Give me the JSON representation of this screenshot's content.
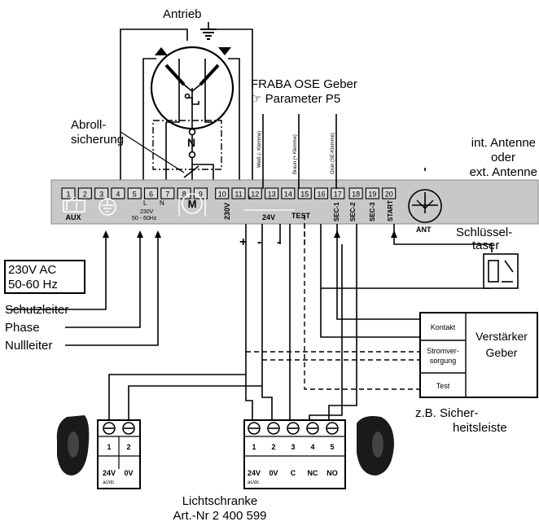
{
  "labels": {
    "antrieb": "Antrieb",
    "fraba_line1": "FRABA OSE Geber",
    "fraba_line2": "☞ Parameter P5",
    "abroll_line1": "Abroll-",
    "abroll_line2": "sicherung",
    "antenne_line1": "int. Antenne",
    "antenne_line2": "oder",
    "antenne_line3": "ext. Antenne",
    "schluessel_line1": "Schlüssel-",
    "schluessel_line2": "taser",
    "supply_line1": "230V AC",
    "supply_line2": "50-60 Hz",
    "schutzleiter": "Schutzleiter",
    "phase": "Phase",
    "nullleiter": "Nullleiter",
    "sicher_line1": "z.B. Sicher-",
    "sicher_line2": "heitsleiste",
    "licht_line1": "Lichtschranke",
    "licht_line2": "Art.-Nr 2 400 599",
    "motor_n": "N",
    "plus": "+",
    "minus1": "-",
    "minus2": "-"
  },
  "wire_labels": {
    "w11": "Weiß (- Klemme)",
    "w13": "Braun (+ Klemme)",
    "w15": "Grün (SE-Klemme)"
  },
  "terminal_strip": {
    "numbers": [
      "1",
      "2",
      "3",
      "4",
      "5",
      "6",
      "7",
      "8",
      "9",
      "10",
      "11",
      "12",
      "13",
      "14",
      "15",
      "16",
      "17",
      "18",
      "19",
      "20"
    ],
    "aux": "AUX",
    "l": "L",
    "n": "N",
    "v230": "230V",
    "hz": "50 - 60Hz",
    "motor": "M",
    "v230_vertical": "230V",
    "plus": "+",
    "minus": "-",
    "v24": "24V",
    "test": "TEST",
    "sec1": "SEC-1",
    "sec2": "SEC-2",
    "sec3": "SEC-3",
    "start": "START",
    "ant": "ANT"
  },
  "amp_box": {
    "kontakt": "Kontakt",
    "strom_line1": "Stromver-",
    "strom_line2": "sorgung",
    "test": "Test",
    "title_line1": "Verstärker",
    "title_line2": "Geber"
  },
  "photocell_left": {
    "numbers": [
      "1",
      "2"
    ],
    "labels": [
      "24V",
      "0V"
    ],
    "sub": "ac/dc"
  },
  "photocell_right": {
    "numbers": [
      "1",
      "2",
      "3",
      "4",
      "5"
    ],
    "labels": [
      "24V",
      "0V",
      "C",
      "NC",
      "NO"
    ],
    "sub": "ac/dc"
  },
  "colors": {
    "strip": "#c8c8c8",
    "line": "#000000"
  }
}
